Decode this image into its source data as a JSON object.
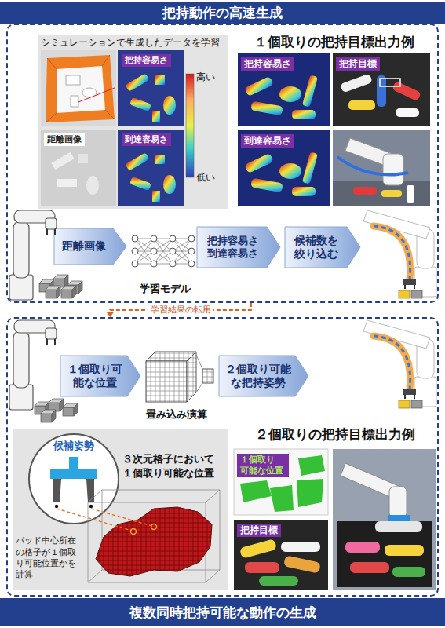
{
  "diagram": {
    "nodes": [
      {
        "text": [
          "把持動作の高速生成"
        ]
      },
      {
        "text": [
          "シミュレーションで生成したデータを学習"
        ],
        "in": 0
      },
      {
        "text": [
          "把持容易さ"
        ],
        "in": 1
      },
      {
        "text": [
          "距離画像"
        ],
        "in": 1
      },
      {
        "text": [
          "到達容易さ"
        ],
        "in": 1
      },
      {
        "text": [
          "把持容易さ"
        ],
        "in": 0
      },
      {
        "text": [
          "把持目標"
        ],
        "in": 0
      },
      {
        "text": [
          "到達容易さ"
        ],
        "in": 0
      },
      {
        "text": [
          "距離画像"
        ],
        "in": 0
      },
      {
        "text": [
          "把持容易さ 到達容易さ"
        ],
        "in": 0
      },
      {
        "text": [
          "候補数を 絞り込む"
        ],
        "in": 0
      },
      {
        "text": [
          "複数同時把持可能な動作の生成"
        ]
      },
      {
        "text": [
          "１個取り可 能な位置"
        ],
        "in": 11
      },
      {
        "text": [
          "２個取り可能 な把持姿勢"
        ],
        "in": 11
      },
      {
        "text": [
          "３次元格子において １個取り可能な位置",
          "パッド中心所在 の格子が１個取 り可能位置かを 計算"
        ],
        "in": 11
      },
      {
        "text": [
          "候補姿勢"
        ],
        "in": 14
      },
      {
        "text": [
          "１個取り 可能な位置"
        ],
        "in": 11
      },
      {
        "text": [
          "把持目標"
        ],
        "in": 11
      }
    ],
    "edges": [
      {
        "from": 0,
        "to": 11,
        "arrow": "to",
        "label": "学習結果の転用"
      }
    ],
    "labels": [
      "高い",
      "低い",
      "１個取りの把持目標出力例",
      "学習モデル",
      "畳み込み演算",
      "２個取りの把持目標出力例"
    ]
  }
}
